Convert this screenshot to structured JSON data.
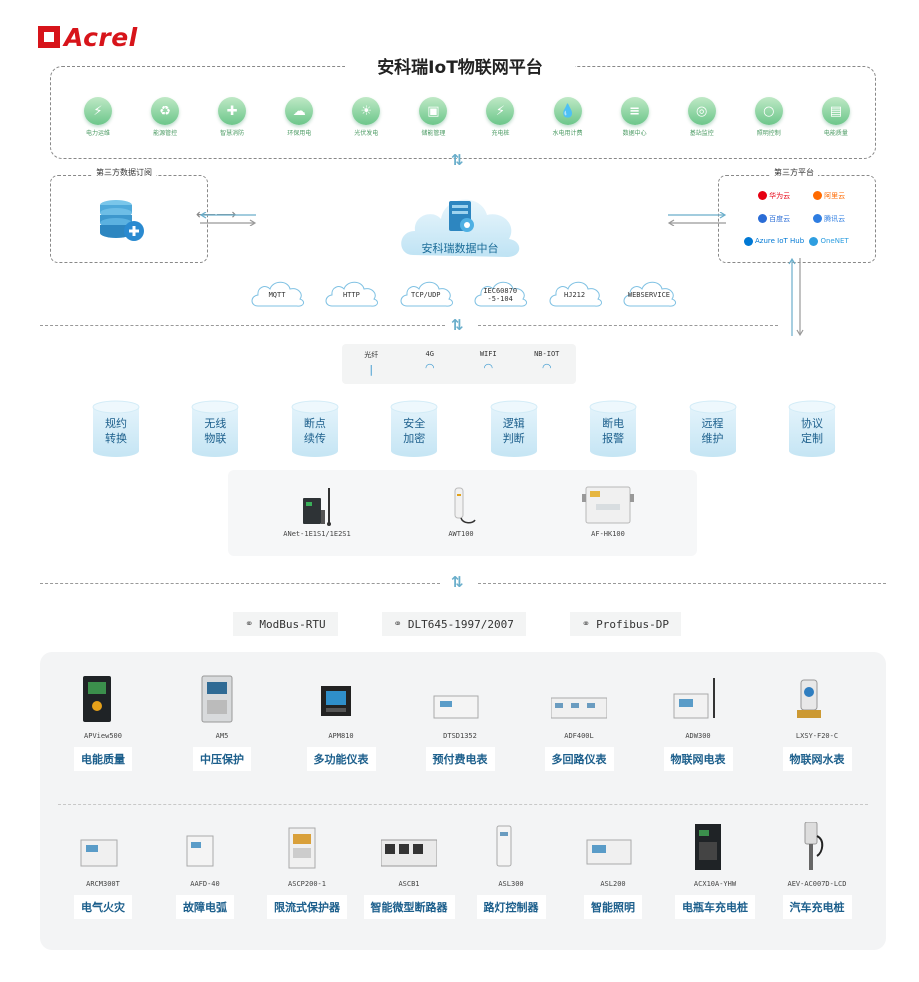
{
  "brand": {
    "logo_text": "Acrel"
  },
  "platform": {
    "title": "安科瑞IoT物联网平台",
    "apps": [
      {
        "label": "电力运维",
        "icon": "power-ops-icon"
      },
      {
        "label": "能源管控",
        "icon": "energy-control-icon"
      },
      {
        "label": "智慧消防",
        "icon": "fire-icon"
      },
      {
        "label": "环保用电",
        "icon": "eco-power-icon"
      },
      {
        "label": "光伏发电",
        "icon": "solar-icon"
      },
      {
        "label": "储能管理",
        "icon": "storage-icon"
      },
      {
        "label": "充电桩",
        "icon": "charger-icon"
      },
      {
        "label": "水电用计费",
        "icon": "water-billing-icon"
      },
      {
        "label": "数据中心",
        "icon": "database-icon"
      },
      {
        "label": "基站监控",
        "icon": "base-station-icon"
      },
      {
        "label": "照明控制",
        "icon": "lighting-icon"
      },
      {
        "label": "电能质量",
        "icon": "power-quality-icon"
      }
    ]
  },
  "subscription": {
    "title": "第三方数据订阅"
  },
  "third_party": {
    "title": "第三方平台",
    "brands": [
      {
        "label": "华为云",
        "color": "#e60012"
      },
      {
        "label": "阿里云",
        "color": "#ff6a00"
      },
      {
        "label": "百度云",
        "color": "#2a6cd6"
      },
      {
        "label": "腾讯云",
        "color": "#2e7de1"
      },
      {
        "label": "Azure IoT Hub",
        "color": "#0078d4"
      },
      {
        "label": "OneNET",
        "color": "#2e9ee0"
      }
    ]
  },
  "data_center": {
    "label": "安科瑞数据中台"
  },
  "protocols": [
    {
      "label": "MQTT"
    },
    {
      "label": "HTTP"
    },
    {
      "label": "TCP/UDP"
    },
    {
      "label": "IEC60870\n-5-104"
    },
    {
      "label": "HJ212"
    },
    {
      "label": "WEBSERVICE"
    }
  ],
  "comm": [
    {
      "label": "光纤",
      "icon": "fiber-icon"
    },
    {
      "label": "4G",
      "icon": "wifi-icon"
    },
    {
      "label": "WIFI",
      "icon": "wifi-icon"
    },
    {
      "label": "NB-IOT",
      "icon": "wifi-icon"
    }
  ],
  "features": [
    {
      "label": "规约\n转换"
    },
    {
      "label": "无线\n物联"
    },
    {
      "label": "断点\n续传"
    },
    {
      "label": "安全\n加密"
    },
    {
      "label": "逻辑\n判断"
    },
    {
      "label": "断电\n报警"
    },
    {
      "label": "远程\n维护"
    },
    {
      "label": "协议\n定制"
    }
  ],
  "gateways": [
    {
      "model": "ANet-1E1S1/1E2S1"
    },
    {
      "model": "AWT100"
    },
    {
      "model": "AF-HK100"
    }
  ],
  "field_protocols": [
    {
      "label": "ModBus-RTU"
    },
    {
      "label": "DLT645-1997/2007"
    },
    {
      "label": "Profibus-DP"
    }
  ],
  "devices_row1": [
    {
      "model": "APView500",
      "name": "电能质量"
    },
    {
      "model": "AM5",
      "name": "中压保护"
    },
    {
      "model": "APM810",
      "name": "多功能仪表"
    },
    {
      "model": "DTSD1352",
      "name": "预付费电表"
    },
    {
      "model": "ADF400L",
      "name": "多回路仪表"
    },
    {
      "model": "ADW300",
      "name": "物联网电表"
    },
    {
      "model": "LXSY-F20-C",
      "name": "物联网水表"
    }
  ],
  "devices_row2": [
    {
      "model": "ARCM300T",
      "name": "电气火灾"
    },
    {
      "model": "AAFD-40",
      "name": "故障电弧"
    },
    {
      "model": "ASCP200-1",
      "name": "限流式保护器"
    },
    {
      "model": "ASCB1",
      "name": "智能微型断路器"
    },
    {
      "model": "ASL300",
      "name": "路灯控制器"
    },
    {
      "model": "ASL200",
      "name": "智能照明"
    },
    {
      "model": "ACX10A-YHW",
      "name": "电瓶车充电桩"
    },
    {
      "model": "AEV-AC007D-LCD",
      "name": "汽车充电桩"
    }
  ]
}
